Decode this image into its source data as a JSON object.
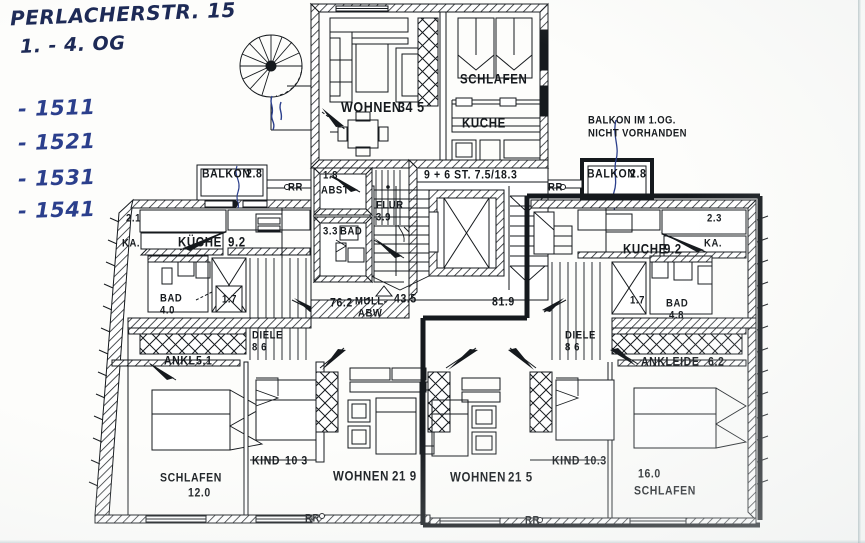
{
  "document": {
    "kind": "architectural-floor-plan-scan",
    "handwritten": {
      "street": "PERLACHERSTR. 15",
      "floors": "1. - 4. OG",
      "units": [
        "- 1511",
        "- 1521",
        "- 1531",
        "- 1541"
      ]
    },
    "ink_color": "#2b3f8c",
    "line_color": "#15191d"
  },
  "notes": {
    "balcony_note_line1": "BALKON  IM 1.OG.",
    "balcony_note_line2": "NICHT VORHANDEN"
  },
  "core": {
    "stair_spec": "9 + 6 ST. 7.5/18.3",
    "flur_label": "FLUR",
    "flur_area": "3.9",
    "abst_area": "1.8",
    "abst_label": "ABST",
    "bad_area": "3.3",
    "bad_label": "BAD",
    "mull_line1": "MULL-",
    "mull_line2": "ABW",
    "area_left": "76.2",
    "area_mid": "43.5",
    "area_right": "81.9"
  },
  "top_unit": {
    "wohnen_label": "WOHNEN",
    "wohnen_area": "34 5",
    "schlafen_label": "SCHLAFEN",
    "kuche_label": "KUCHE"
  },
  "left_unit": {
    "balkon_label": "BALKON",
    "balkon_area": "2.8",
    "closet_area": "2.1",
    "ka_label": "KA.",
    "kuche_label": "KÜCHE",
    "kuche_area": "9.2",
    "bad_label": "BAD",
    "bad_area": "4.0",
    "hall_area": "1.7",
    "diele_label": "DIELE",
    "diele_area": "8 6",
    "ankl_label": "ANKL",
    "ankl_area": "5.1",
    "schlafen_label": "SCHLAFEN",
    "schlafen_area": "12.0",
    "kind_label": "KIND",
    "kind_area": "10 3",
    "wohnen_label": "WOHNEN",
    "wohnen_area": "21 9"
  },
  "right_unit": {
    "balkon_label": "BALKON",
    "balkon_area": "2.8",
    "closet_area": "2.3",
    "ka_label": "KA.",
    "kuche_label": "KUCHE",
    "kuche_area": "9.2",
    "hall_area": "1.7",
    "bad_label": "BAD",
    "bad_area": "4.8",
    "diele_label": "DIELE",
    "diele_area": "8 6",
    "ankleide_label": "ANKLEIDE",
    "ankleide_area": "6.2",
    "schlafen_area": "16.0",
    "schlafen_label": "SCHLAFEN",
    "kind_label": "KIND",
    "kind_area": "10.3",
    "wohnen_label": "WOHNEN",
    "wohnen_area": "21 5"
  },
  "markers": {
    "rr_top_left": "RR",
    "rr_top_right": "RR",
    "rr_bottom_left": "RR",
    "rr_bottom_right": "RR"
  }
}
